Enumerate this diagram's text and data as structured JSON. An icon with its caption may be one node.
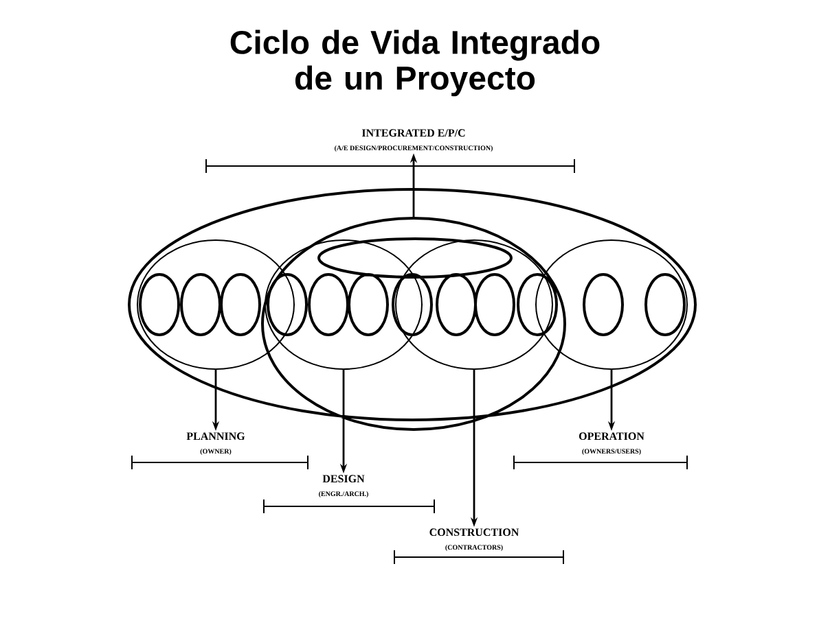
{
  "diagram": {
    "title": "Ciclo de Vida Integrado de un Proyecto",
    "nodes": [
      {
        "text": [
          "INTEGRATED E/P/C",
          "(A/E DESIGN/PROCUREMENT/CONSTRUCTION)"
        ]
      },
      {
        "text": [
          "PLANNING",
          "(OWNER)"
        ]
      },
      {
        "text": [
          "DESIGN",
          "(ENGR./ARCH.)"
        ]
      },
      {
        "text": [
          "CONSTRUCTION",
          "(CONTRACTORS)"
        ]
      },
      {
        "text": [
          "OPERATION",
          "(OWNERS/USERS)"
        ]
      },
      {
        "text": [],
        "shape": "ellipse"
      },
      {
        "text": [],
        "shape": "ellipse"
      },
      {
        "text": [],
        "shape": "ellipse"
      },
      {
        "text": [],
        "shape": "ellipse"
      }
    ],
    "edges": [
      {
        "from": null,
        "to": 0,
        "arrow": "to"
      },
      {
        "from": 5,
        "to": 1,
        "arrow": "to"
      },
      {
        "from": 6,
        "to": 2,
        "arrow": "to"
      },
      {
        "from": 7,
        "to": 3,
        "arrow": "to"
      },
      {
        "from": 8,
        "to": 4,
        "arrow": "to"
      }
    ]
  }
}
